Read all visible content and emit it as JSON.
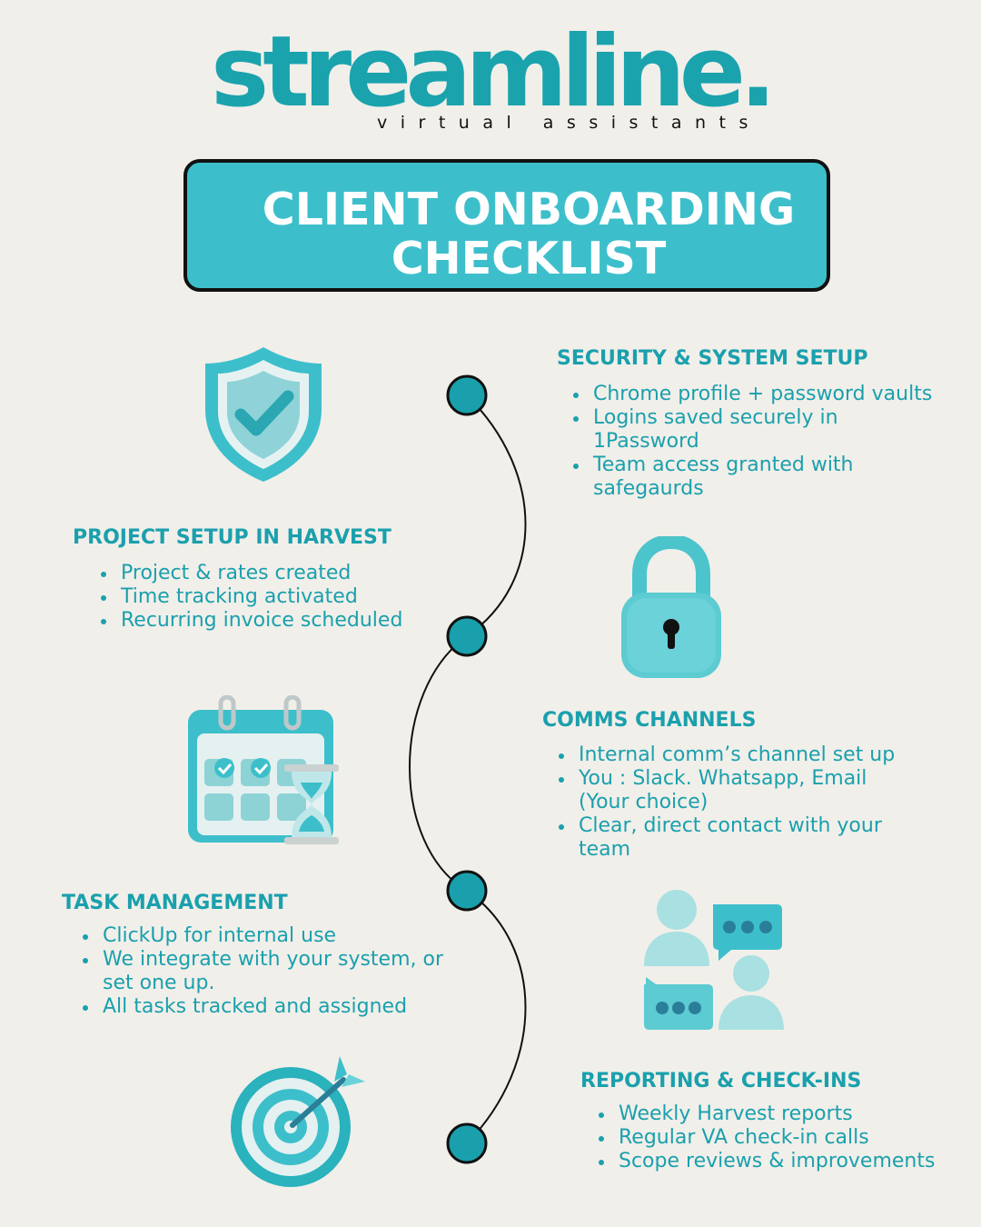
{
  "logo": {
    "word": "streamline",
    "dot": ".",
    "tagline": "virtual assistants"
  },
  "title": {
    "line1": "CLIENT ONBOARDING",
    "line2": "CHECKLIST"
  },
  "colors": {
    "accent": "#1aa0ad",
    "title_bg": "#3dbfcb",
    "background": "#f1efea"
  },
  "sections": {
    "security": {
      "heading": "SECURITY & SYSTEM SETUP",
      "items": [
        "Chrome profile + password vaults",
        "Logins saved securely in 1Password",
        "Team access granted with safegaurds"
      ]
    },
    "project": {
      "heading": "PROJECT SETUP IN HARVEST",
      "items": [
        "Project & rates created",
        "Time tracking activated",
        "Recurring invoice scheduled"
      ]
    },
    "comms": {
      "heading": "COMMS CHANNELS",
      "items": [
        "Internal comm’s channel set up",
        "You : Slack. Whatsapp, Email (Your choice)",
        "Clear, direct contact with your team"
      ]
    },
    "task": {
      "heading": "TASK MANAGEMENT",
      "items": [
        "ClickUp for internal use",
        "We integrate with your system, or set one up.",
        "All tasks tracked and assigned"
      ]
    },
    "reporting": {
      "heading": "REPORTING & CHECK-INS",
      "items": [
        "Weekly Harvest reports",
        "Regular VA check-in calls",
        "Scope reviews & improvements"
      ]
    }
  },
  "icons": [
    "shield-check-icon",
    "padlock-icon",
    "calendar-hourglass-icon",
    "chat-people-icon",
    "target-dart-icon"
  ]
}
